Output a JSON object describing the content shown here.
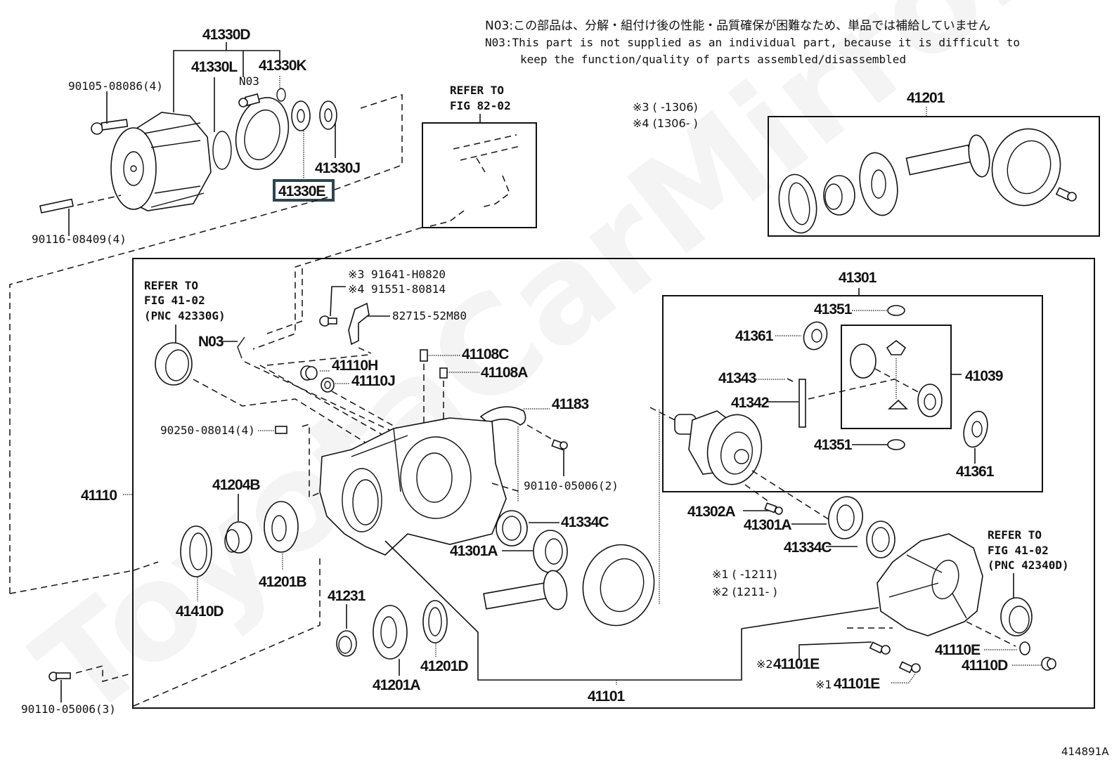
{
  "notes": {
    "n03_jp": "N03:この部品は、分解・組付け後の性能・品質確保が困難なため、単品では補給していません",
    "n03_en_1": "N03:This part is not supplied as an individual part, because it is difficult to",
    "n03_en_2": "keep the function/quality of parts assembled/disassembled",
    "serial_3": "※3 (    -1306)",
    "serial_4": "※4 (1306-    )",
    "serial_1": "※1 (    -1211)",
    "serial_2": "※2 (1211-    )"
  },
  "refs": {
    "fig82": [
      "REFER TO",
      "FIG 82-02"
    ],
    "fig41_left": [
      "REFER TO",
      "FIG 41-02",
      "(PNC 42330G)"
    ],
    "fig41_right": [
      "REFER TO",
      "FIG 41-02",
      "(PNC 42340D)"
    ]
  },
  "highlight_color": "#2f4550",
  "watermark": "ToyotaCarMirror",
  "figure_code": "414891A",
  "parts": {
    "p41330D": "41330D",
    "p41330L": "41330L",
    "p41330K": "41330K",
    "n03_top": "N03",
    "p41330J": "41330J",
    "p41330E": "41330E",
    "b90105": "90105-08086(4)",
    "b90116": "90116-08409(4)",
    "p41201": "41201",
    "p41301": "41301",
    "p41351_a": "41351",
    "p41351_b": "41351",
    "p41361_a": "41361",
    "p41361_b": "41361",
    "p41343": "41343",
    "p41342": "41342",
    "p41039": "41039",
    "m3": "※3",
    "m4": "※4",
    "b91641": "91641-H0820",
    "b91551": "91551-80814",
    "p82715": "82715-52M80",
    "n03_mid": "N03",
    "p41108C": "41108C",
    "p41108A": "41108A",
    "p41110H": "41110H",
    "p41110J": "41110J",
    "p41183": "41183",
    "b90250": "90250-08014(4)",
    "b90110_2": "90110-05006(2)",
    "p41110": "41110",
    "p41204B": "41204B",
    "p41201B": "41201B",
    "p41410D": "41410D",
    "p41334C_a": "41334C",
    "p41301A_a": "41301A",
    "p41231": "41231",
    "p41201A": "41201A",
    "p41201D": "41201D",
    "p41101": "41101",
    "p41302A": "41302A",
    "p41301A_b": "41301A",
    "p41334C_b": "41334C",
    "p41110E": "41110E",
    "p41110D": "41110D",
    "m2": "※2",
    "p41101E_2": "41101E",
    "m1": "※1",
    "p41101E_1": "41101E",
    "b90110_3": "90110-05006(3)"
  }
}
